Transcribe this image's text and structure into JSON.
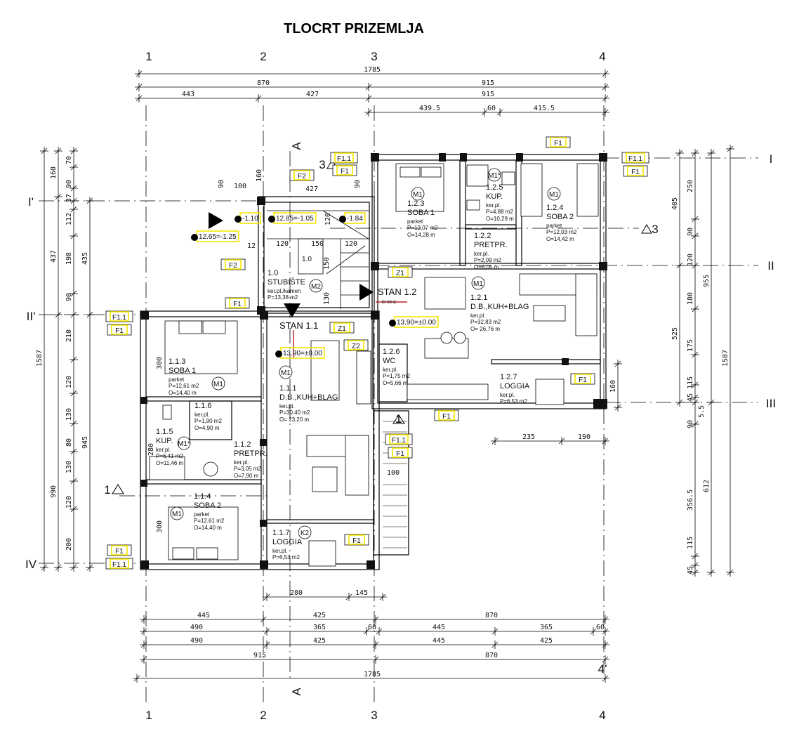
{
  "title": "TLOCRT PRIZEMLJA",
  "grid": {
    "vertical": [
      "1",
      "2",
      "3",
      "4"
    ],
    "horizontal": [
      "I",
      "I'",
      "II",
      "II'",
      "III",
      "IV"
    ],
    "bottom_right": "4'"
  },
  "sections": {
    "a": "A",
    "one": "1",
    "three": "3"
  },
  "dims": {
    "top": {
      "r1": [
        "1785"
      ],
      "r2": [
        "870",
        "915"
      ],
      "r3": [
        "443",
        "427",
        "915"
      ],
      "r4": [
        "439.5",
        "60",
        "415.5"
      ]
    },
    "bottom": {
      "r0": [
        "280",
        "145"
      ],
      "r1": [
        "445",
        "425",
        "870"
      ],
      "r2": [
        "490",
        "365",
        "60",
        "445",
        "365",
        "60"
      ],
      "r3": [
        "490",
        "425",
        "445",
        "425"
      ],
      "r4": [
        "915",
        "870"
      ],
      "r5": [
        "1785"
      ]
    },
    "left": {
      "outer": [
        "1587"
      ],
      "mid": [
        "160",
        "437",
        "990"
      ],
      "inner": [
        "70",
        "90",
        "37",
        "112",
        "198",
        "90",
        "210",
        "120",
        "130",
        "80",
        "130",
        "120",
        "200"
      ],
      "wall": [
        "435",
        "945"
      ]
    },
    "right": {
      "inner": [
        "250",
        "90",
        "120",
        "180",
        "175",
        "115",
        "45",
        "5.5",
        "90",
        "356.5",
        "115",
        "45"
      ],
      "mid": [
        "405",
        "525"
      ],
      "outer2": [
        "955",
        "612"
      ],
      "outer": [
        "1587"
      ],
      "loggia": [
        "160"
      ],
      "loggia_width": [
        "235",
        "190"
      ]
    },
    "stair": [
      "100",
      "90",
      "427",
      "90",
      "160",
      "120",
      "150",
      "120",
      "150",
      "120",
      "130",
      "12",
      "100"
    ],
    "rooms": [
      "300",
      "300",
      "280"
    ]
  },
  "apartments": [
    "STAN 1.1",
    "STAN 1.2"
  ],
  "fire_rating": "EI 60-C",
  "rooms": [
    {
      "id": "1.2.3",
      "name": "SOBA 1",
      "floor": "parket",
      "area": "P=12,07 m2",
      "perimeter": "O=14,28 m"
    },
    {
      "id": "1.2.5",
      "name": "KUP.",
      "floor": "ker.pl.",
      "area": "P=4,88 m2",
      "perimeter": "O=10,29 m"
    },
    {
      "id": "1.2.4",
      "name": "SOBA 2",
      "floor": "parket",
      "area": "P=12,03 m2",
      "perimeter": "O=14,42 m"
    },
    {
      "id": "1.2.2",
      "name": "PRETPR.",
      "floor": "ker.pl.",
      "area": "P=2,09 m2",
      "perimeter": "O=6,05 m"
    },
    {
      "id": "1.0",
      "name": "STUBIŠTE",
      "floor": "ker.pl./kamen",
      "area": "P=13,38 m2"
    },
    {
      "id": "1.2.1",
      "name": "D.B.,KUH+BLAG",
      "floor": "ker.pl.",
      "area": "P=32,83 m2",
      "perimeter": "O= 26,76 m"
    },
    {
      "id": "1.2.6",
      "name": "WC",
      "floor": "ker.pl.",
      "area": "P=1,75 m2",
      "perimeter": "O=5,66 m"
    },
    {
      "id": "1.2.7",
      "name": "LOGGIA",
      "floor": "ker.pl.",
      "area": "P=6,53 m2"
    },
    {
      "id": "1.1.3",
      "name": "SOBA 1",
      "floor": "parket",
      "area": "P=12,61 m2",
      "perimeter": "O=14,40 m"
    },
    {
      "id": "1.1.1",
      "name": "D.B.,KUH+BLAG",
      "floor": "ker.pl.",
      "area": "P=30,40 m2",
      "perimeter": "O= 23,20 m"
    },
    {
      "id": "1.1.6",
      "floor": "ker.pl.",
      "area": "P=1,90 m2",
      "perimeter": "O=4,90 m"
    },
    {
      "id": "1.1.5",
      "name": "KUP.",
      "floor": "ker.pl.",
      "area": "P=6,41 m2",
      "perimeter": "O=11,46 m"
    },
    {
      "id": "1.1.2",
      "name": "PRETPR.",
      "floor": "ker.pl.",
      "area": "P=3,05 m2",
      "perimeter": "O=7,90 m"
    },
    {
      "id": "1.1.4",
      "name": "SOBA 2",
      "floor": "parket",
      "area": "P=12,61 m2",
      "perimeter": "O=14,40 m"
    },
    {
      "id": "1.1.7",
      "name": "LOGGIA",
      "floor": "ker.pl.",
      "area": "P=6,53 m2"
    }
  ],
  "materials": [
    "M1",
    "M1*",
    "M1",
    "M1",
    "M2",
    "M1",
    "M1",
    "M1*",
    "M1",
    "K2"
  ],
  "tags": [
    "F1",
    "F1.1",
    "F1",
    "F1.1",
    "F1",
    "F2",
    "F2",
    "F1",
    "F1.1",
    "F1",
    "Z1",
    "Z1",
    "Z2",
    "F1",
    "F1",
    "F1.1",
    "F1",
    "F1",
    "F1",
    "F1.1"
  ],
  "levels": [
    "-1.10",
    "12.85=-1.05",
    "-1.84",
    "12.65=-1.25",
    "13.90=±0.00",
    "13.90=±0.00"
  ],
  "stair_step": "1.0"
}
